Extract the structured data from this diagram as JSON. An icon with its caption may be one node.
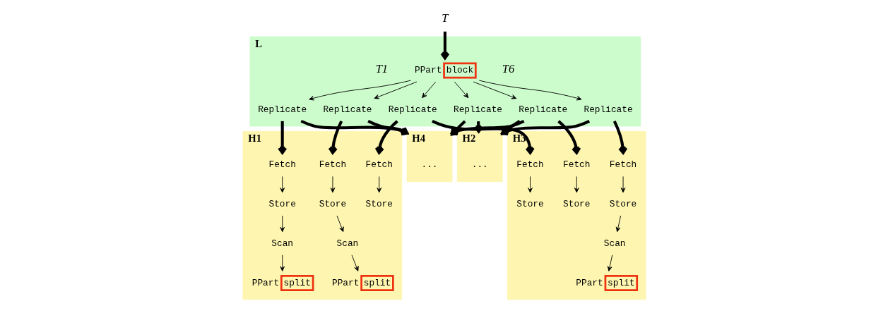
{
  "diagram": {
    "nodes": [
      {
        "text": [
          "T"
        ]
      },
      {
        "text": [
          "L"
        ]
      },
      {
        "text": [
          "PPart",
          "block"
        ],
        "in": 1
      },
      {
        "text": [
          "Replicate"
        ],
        "in": 1
      },
      {
        "text": [
          "Replicate"
        ],
        "in": 1
      },
      {
        "text": [
          "Replicate"
        ],
        "in": 1
      },
      {
        "text": [
          "Replicate"
        ],
        "in": 1
      },
      {
        "text": [
          "Replicate"
        ],
        "in": 1
      },
      {
        "text": [
          "Replicate"
        ],
        "in": 1
      },
      {
        "text": [
          "H1"
        ]
      },
      {
        "text": [
          "Fetch"
        ],
        "in": 9
      },
      {
        "text": [
          "Store"
        ],
        "in": 9
      },
      {
        "text": [
          "Scan"
        ],
        "in": 9
      },
      {
        "text": [
          "PPart",
          "split"
        ],
        "in": 9
      },
      {
        "text": [
          "Fetch"
        ],
        "in": 9
      },
      {
        "text": [
          "Store"
        ],
        "in": 9
      },
      {
        "text": [
          "Scan"
        ],
        "in": 9
      },
      {
        "text": [
          "PPart",
          "split"
        ],
        "in": 9
      },
      {
        "text": [
          "Fetch"
        ],
        "in": 9
      },
      {
        "text": [
          "Store"
        ],
        "in": 9
      },
      {
        "text": [
          "H2"
        ]
      },
      {
        "text": [
          "..."
        ],
        "in": 20
      },
      {
        "text": [
          "H3"
        ]
      },
      {
        "text": [
          "Fetch"
        ],
        "in": 22
      },
      {
        "text": [
          "Store"
        ],
        "in": 22
      },
      {
        "text": [
          "Scan"
        ],
        "in": 22
      },
      {
        "text": [
          "PPart",
          "split"
        ],
        "in": 22
      },
      {
        "text": [
          "Fetch"
        ],
        "in": 22
      },
      {
        "text": [
          "Store"
        ],
        "in": 22
      },
      {
        "text": [
          "Fetch"
        ],
        "in": 22
      },
      {
        "text": [
          "Store"
        ],
        "in": 22
      },
      {
        "text": [
          "H4"
        ]
      },
      {
        "text": [
          "..."
        ],
        "in": 31
      }
    ],
    "edges": [
      {
        "from": 0,
        "to": 2,
        "arrow": "to",
        "style": "thick"
      },
      {
        "from": 2,
        "to": 3,
        "arrow": "to"
      },
      {
        "from": 2,
        "to": 4,
        "arrow": "to"
      },
      {
        "from": 2,
        "to": 5,
        "arrow": "to"
      },
      {
        "from": 2,
        "to": 6,
        "arrow": "to"
      },
      {
        "from": 2,
        "to": 7,
        "arrow": "to"
      },
      {
        "from": 2,
        "to": 8,
        "arrow": "to"
      },
      {
        "from": 3,
        "to": 10,
        "arrow": "to",
        "style": "thick"
      },
      {
        "from": 3,
        "to": 31,
        "arrow": "to",
        "style": "thick"
      },
      {
        "from": 4,
        "to": 20,
        "arrow": "to",
        "style": "thick"
      },
      {
        "from": 4,
        "to": 27,
        "arrow": "to",
        "style": "thick"
      },
      {
        "from": 4,
        "to": 31,
        "arrow": "to",
        "style": "thick"
      },
      {
        "from": 5,
        "to": 18,
        "arrow": "to",
        "style": "thick"
      },
      {
        "from": 5,
        "to": 29,
        "arrow": "to",
        "style": "thick"
      },
      {
        "from": 6,
        "to": 20,
        "arrow": "to",
        "style": "thick"
      },
      {
        "from": 6,
        "to": 23,
        "arrow": "to",
        "style": "thick"
      },
      {
        "from": 7,
        "to": 14,
        "arrow": "to",
        "style": "thick"
      },
      {
        "from": 7,
        "to": 31,
        "arrow": "to",
        "style": "thick"
      },
      {
        "from": 8,
        "to": 20,
        "arrow": "to",
        "style": "thick"
      },
      {
        "from": 8,
        "to": 31,
        "arrow": "to",
        "style": "thick"
      },
      {
        "from": 10,
        "to": 11,
        "arrow": "to"
      },
      {
        "from": 11,
        "to": 12,
        "arrow": "to"
      },
      {
        "from": 12,
        "to": 13,
        "arrow": "to"
      },
      {
        "from": 14,
        "to": 15,
        "arrow": "to"
      },
      {
        "from": 15,
        "to": 16,
        "arrow": "to"
      },
      {
        "from": 16,
        "to": 17,
        "arrow": "to"
      },
      {
        "from": 18,
        "to": 19,
        "arrow": "to"
      },
      {
        "from": 23,
        "to": 24,
        "arrow": "to"
      },
      {
        "from": 24,
        "to": 25,
        "arrow": "to"
      },
      {
        "from": 25,
        "to": 26,
        "arrow": "to"
      },
      {
        "from": 27,
        "to": 28,
        "arrow": "to"
      },
      {
        "from": 29,
        "to": 30,
        "arrow": "to"
      }
    ],
    "labels": [
      "T1",
      "T6"
    ]
  }
}
